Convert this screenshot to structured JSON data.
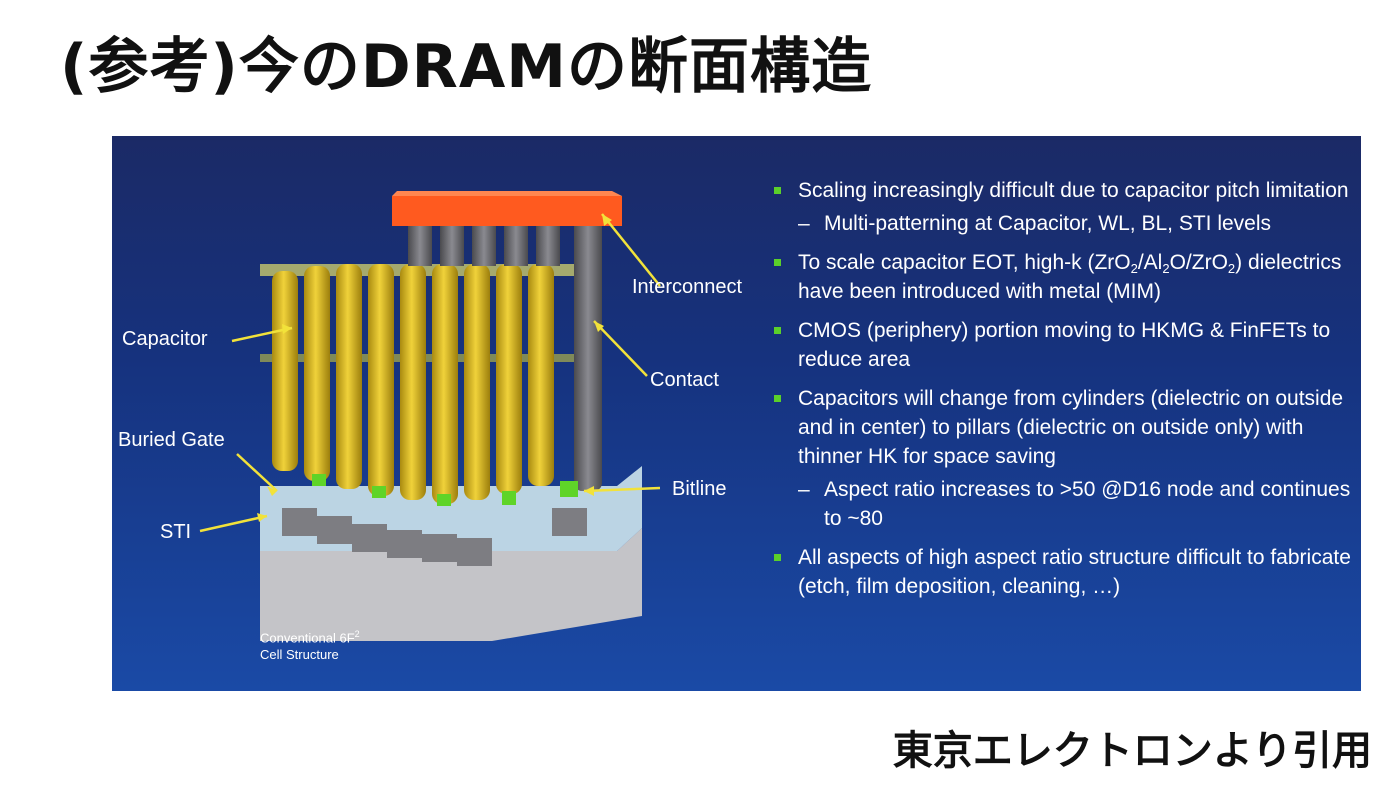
{
  "page_title": "(参考)今のDRAMの断面構造",
  "credit": "東京エレクトロンより引用",
  "diagram": {
    "labels": {
      "interconnect": "Interconnect",
      "capacitor": "Capacitor",
      "contact": "Contact",
      "buried_gate": "Buried Gate",
      "bitline": "Bitline",
      "sti": "STI"
    },
    "caption_line1": "Conventional 6F",
    "caption_sup": "2",
    "caption_line2": "Cell Structure",
    "colors": {
      "interconnect": "#ff5a1f",
      "capacitor": "#d9b51a",
      "contact": "#6f6f73",
      "bitline": "#5fd428",
      "substrate": "#c8c8cc"
    }
  },
  "bullets": {
    "b1": "Scaling increasingly difficult due to capacitor pitch limitation",
    "b1_sub": "Multi-patterning at Capacitor, WL, BL, STI levels",
    "b2_pre": "To scale capacitor EOT, high-k (ZrO",
    "b2_s1": "2",
    "b2_m1": "/Al",
    "b2_s2": "2",
    "b2_m2": "O/ZrO",
    "b2_s3": "2",
    "b2_post": ") dielectrics have been introduced with metal (MIM)",
    "b3": "CMOS (periphery) portion moving to HKMG & FinFETs to reduce area",
    "b4": "Capacitors will change from cylinders (dielectric on outside and in center) to pillars (dielectric on outside only) with thinner HK for space saving",
    "b4_sub": "Aspect ratio increases to >50 @D16 node and continues to ~80",
    "b5": "All aspects of high aspect ratio structure difficult to fabricate (etch, film deposition, cleaning, …)"
  }
}
